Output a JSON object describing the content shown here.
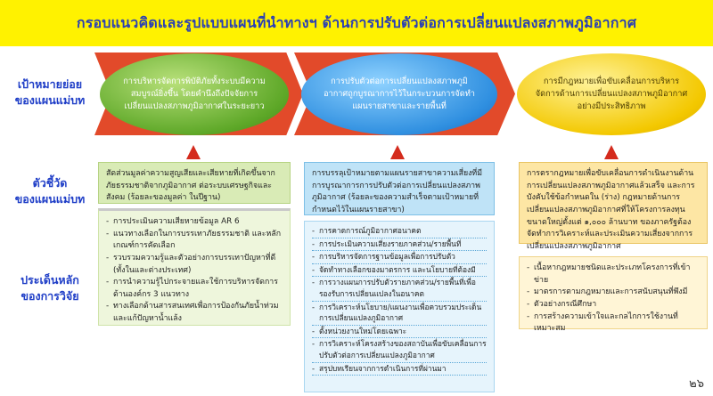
{
  "title": "กรอบแนวคิดและรูปแบบแผนที่นำทางฯ ด้านการปรับตัวต่อการเปลี่ยนแปลงสภาพภูมิอากาศ",
  "row_labels": {
    "goals": [
      "เป้าหมายย่อย",
      "ของแผนแม่บท"
    ],
    "indicators": [
      "ตัวชี้วัด",
      "ของแผนแม่บท"
    ],
    "research": [
      "ประเด็นหลัก",
      "ของการวิจัย"
    ]
  },
  "goals": [
    "การบริหารจัดการพิบัติภัยทั้งระบบมีความสมบูรณ์ยิ่งขึ้น โดยคำนึงถึงปัจจัยการเปลี่ยนแปลงสภาพภูมิอากาศในระยะยาว",
    "การปรับตัวต่อการเปลี่ยนแปลงสภาพภูมิอากาศถูกบูรณาการไว้ในกระบวนการจัดทำแผนรายสาขาและรายพื้นที่",
    "การมีกฎหมายเพื่อขับเคลื่อนการบริหารจัดการด้านการเปลี่ยนแปลงสภาพภูมิอากาศอย่างมีประสิทธิภาพ"
  ],
  "indicators": [
    "สัดส่วนมูลค่าความสูญเสียและเสียหายที่เกิดขึ้นจากภัยธรรมชาติจากภูมิอากาศ ต่อระบบเศรษฐกิจและสังคม (ร้อยละของมูลค่า ในปีฐาน)",
    "การบรรลุเป้าหมายตามแผนรายสาขาความเสี่ยงที่มีการบูรณาการการปรับตัวต่อการเปลี่ยนแปลงสภาพภูมิอากาศ (ร้อยละของความสำเร็จตามเป้าหมายที่กำหนดไว้ในแผนรายสาขา)",
    "การตรากฎหมายเพื่อขับเคลื่อนการดำเนินงานด้านการเปลี่ยนแปลงสภาพภูมิอากาศแล้วเสร็จ และการบังคับใช้ข้อกำหนดใน (ร่าง) กฎหมายด้านการเปลี่ยนแปลงสภาพภูมิอากาศที่ให้โครงการลงทุนขนาดใหญ่ตั้งแต่ ๑,๐๐๐ ล้านบาท ของภาครัฐต้องจัดทำการวิเคราะห์และประเมินความเสี่ยงจากการเปลี่ยนแปลงสภาพภูมิอากาศ"
  ],
  "research": [
    [
      "การประเมินความเสียหายข้อมูล AR 6",
      "แนวทางเลือกในการบรรเทาภัยธรรมชาติ และหลักเกณฑ์การคัดเลือก",
      "รวบรวมความรู้และตัวอย่างการบรรเทาปัญหาที่ดี (ทั้งในและต่างประเทศ)",
      "การนำความรู้ไปกระจายและใช้การบริหารจัดการด้านองค์กร 3 แนวทาง",
      "ทางเลือกด้านสารสนเทศเพื่อการป้องกันภัยน้ำท่วม และแก้ปัญหาน้ำแล้ง"
    ],
    [
      "การคาดการณ์ภูมิอากาศอนาคต",
      "การประเมินความเสี่ยงรายภาคส่วน/รายพื้นที่",
      "การบริหารจัดการฐานข้อมูลเพื่อการปรับตัว",
      "จัดทำทางเลือกของมาตรการ และนโยบายที่ต้องมี",
      "การวางแผนการปรับตัวรายภาคส่วน/รายพื้นที่เพื่อรองรับการเปลี่ยนแปลงในอนาคต",
      "การวิเคราะห์นโยบาย/แผนงานเพื่อควบรวมประเด็นการเปลี่ยนแปลงภูมิอากาศ",
      "ตั้งหน่วยงานใหม่โดยเฉพาะ",
      "การวิเคราะห์โครงสร้างของสถาบันเพื่อขับเคลื่อนการปรับตัวต่อการเปลี่ยนแปลงภูมิอากาศ",
      "สรุปบทเรียนจากการดำเนินการที่ผ่านมา"
    ],
    [
      "เนื้อหากฎหมายชนิดและประเภทโครงการที่เข้าข่าย",
      "มาตรการตามกฎหมายและการสนับสนุนที่พึงมี",
      "ตัวอย่างกรณีศึกษา",
      "การสร้างความเข้าใจและกลไกการใช้งานที่เหมาะสม"
    ]
  ],
  "page_number": "๒๖",
  "colors": {
    "title_bg": "#fff200",
    "title_text": "#2a3fb4",
    "label_text": "#1f3ec7",
    "arrow": "#e24a2a",
    "green": "#5ea828",
    "blue": "#2f8fe0",
    "yellow": "#f3c800"
  }
}
